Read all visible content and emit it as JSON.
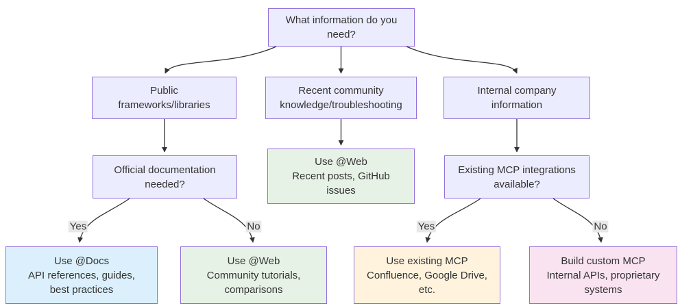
{
  "diagram": {
    "type": "flowchart",
    "direction": "top-down",
    "colors": {
      "node_border": "#9370DB",
      "lavender_fill": "#ECECFF",
      "green_fill": "#E7F2E7",
      "blue_fill": "#DBF0FC",
      "yellow_fill": "#FFF3DE",
      "pink_fill": "#F9E3F0",
      "edge_line": "#333333",
      "edge_label_bg": "#E8E8E8",
      "text": "#333333"
    },
    "nodes": [
      {
        "id": "root",
        "kind": "question",
        "fill": "#ECECFF",
        "lines": [
          "What information do you",
          "need?"
        ]
      },
      {
        "id": "public-frameworks",
        "kind": "branch",
        "fill": "#ECECFF",
        "lines": [
          "Public",
          "frameworks/libraries"
        ]
      },
      {
        "id": "community-knowledge",
        "kind": "branch",
        "fill": "#ECECFF",
        "lines": [
          "Recent community",
          "knowledge/troubleshooting"
        ]
      },
      {
        "id": "internal-company",
        "kind": "branch",
        "fill": "#ECECFF",
        "lines": [
          "Internal company",
          "information"
        ]
      },
      {
        "id": "official-docs",
        "kind": "question",
        "fill": "#ECECFF",
        "lines": [
          "Official documentation",
          "needed?"
        ]
      },
      {
        "id": "use-web-recent",
        "kind": "result",
        "fill": "#E7F2E7",
        "lines": [
          "Use @Web",
          "Recent posts, GitHub",
          "issues"
        ]
      },
      {
        "id": "existing-mcp",
        "kind": "question",
        "fill": "#ECECFF",
        "lines": [
          "Existing MCP integrations",
          "available?"
        ]
      },
      {
        "id": "use-docs",
        "kind": "result",
        "fill": "#DBF0FC",
        "lines": [
          "Use @Docs",
          "API references, guides,",
          "best practices"
        ]
      },
      {
        "id": "use-web-community",
        "kind": "result",
        "fill": "#E7F2E7",
        "lines": [
          "Use @Web",
          "Community tutorials,",
          "comparisons"
        ]
      },
      {
        "id": "use-existing-mcp",
        "kind": "result",
        "fill": "#FFF3DE",
        "lines": [
          "Use existing MCP",
          "Confluence, Google Drive,",
          "etc."
        ]
      },
      {
        "id": "build-custom-mcp",
        "kind": "result",
        "fill": "#F9E3F0",
        "lines": [
          "Build custom MCP",
          "Internal APIs, proprietary",
          "systems"
        ]
      }
    ],
    "edges": [
      {
        "from": "root",
        "to": "public-frameworks",
        "label": ""
      },
      {
        "from": "root",
        "to": "community-knowledge",
        "label": ""
      },
      {
        "from": "root",
        "to": "internal-company",
        "label": ""
      },
      {
        "from": "public-frameworks",
        "to": "official-docs",
        "label": ""
      },
      {
        "from": "community-knowledge",
        "to": "use-web-recent",
        "label": ""
      },
      {
        "from": "internal-company",
        "to": "existing-mcp",
        "label": ""
      },
      {
        "from": "official-docs",
        "to": "use-docs",
        "label": "Yes"
      },
      {
        "from": "official-docs",
        "to": "use-web-community",
        "label": "No"
      },
      {
        "from": "existing-mcp",
        "to": "use-existing-mcp",
        "label": "Yes"
      },
      {
        "from": "existing-mcp",
        "to": "build-custom-mcp",
        "label": "No"
      }
    ]
  }
}
